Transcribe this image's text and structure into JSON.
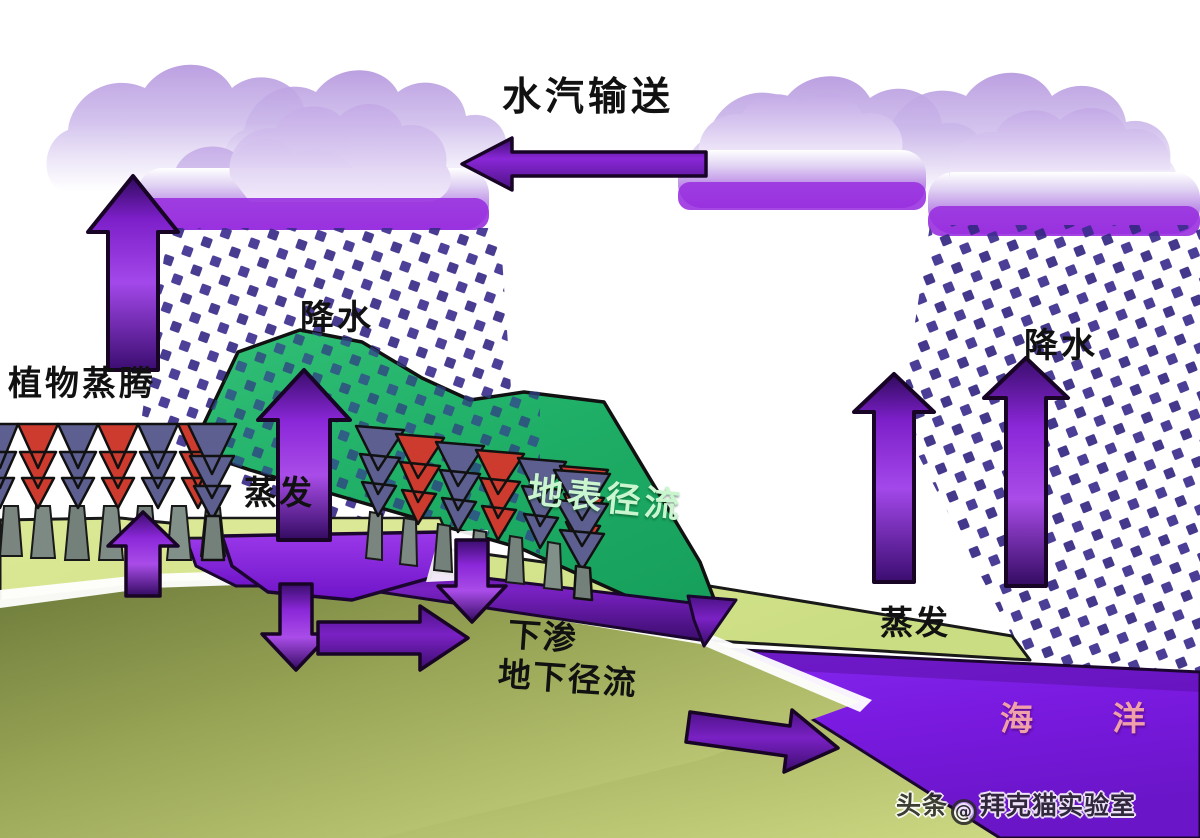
{
  "diagram": {
    "title": "水汽输送",
    "type": "water-cycle-illustration",
    "labels": {
      "vapor_transport": "水汽输送",
      "precipitation_left": "降水",
      "precipitation_right": "降水",
      "plant_transpiration": "植物蒸腾",
      "evaporation_land": "蒸发",
      "evaporation_ocean": "蒸发",
      "surface_runoff": "地表径流",
      "infiltration": "下渗",
      "groundwater_runoff": "地下径流",
      "ocean": "海 洋"
    }
  },
  "watermark": {
    "platform": "头条",
    "at": "@",
    "account": "拜克猫实验室"
  },
  "colors": {
    "cloud_top": "#cdb6e8",
    "cloud_bottom": "#8a2fd0",
    "arrow_purple": "#7b1fc4",
    "arrow_purple_light": "#a94ce8",
    "arrow_outline": "#1b0a33",
    "rain_dot": "#372b86",
    "mountain_green": "#22b36b",
    "mountain_green_dark": "#10915a",
    "soil_light": "#d6e58a",
    "soil_olive_dark": "#7d8a46",
    "soil_olive_light": "#c3cf7c",
    "ocean_purple": "#7a1ae0",
    "ocean_purple_dark": "#5f12b0",
    "tree_red": "#cc3b2e",
    "tree_slate": "#5c5f8f",
    "trunk_gray": "#7e8a84",
    "runoff_text": "#c9f5cf",
    "ocean_text": "#f0a0a8",
    "background": "#ffffff"
  }
}
